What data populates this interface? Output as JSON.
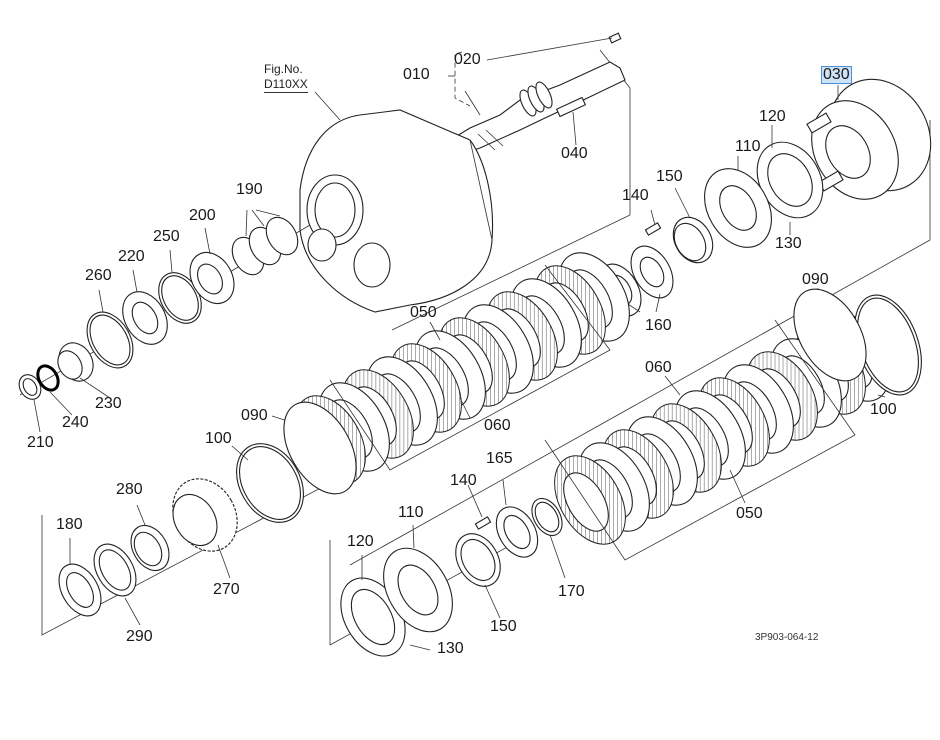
{
  "figure": {
    "fig_label_line1": "Fig.No.",
    "fig_label_line2": "D110XX",
    "drawing_code": "3P903-064-12",
    "highlight_color": "#cfe3f7"
  },
  "parts": [
    {
      "id": "p010",
      "label": "010"
    },
    {
      "id": "p020",
      "label": "020"
    },
    {
      "id": "p030",
      "label": "030",
      "highlighted": true
    },
    {
      "id": "p040",
      "label": "040"
    },
    {
      "id": "p050a",
      "label": "050"
    },
    {
      "id": "p050b",
      "label": "050"
    },
    {
      "id": "p060a",
      "label": "060"
    },
    {
      "id": "p060b",
      "label": "060"
    },
    {
      "id": "p090a",
      "label": "090"
    },
    {
      "id": "p090b",
      "label": "090"
    },
    {
      "id": "p100a",
      "label": "100"
    },
    {
      "id": "p100b",
      "label": "100"
    },
    {
      "id": "p110a",
      "label": "110"
    },
    {
      "id": "p110b",
      "label": "110"
    },
    {
      "id": "p120a",
      "label": "120"
    },
    {
      "id": "p120b",
      "label": "120"
    },
    {
      "id": "p130a",
      "label": "130"
    },
    {
      "id": "p130b",
      "label": "130"
    },
    {
      "id": "p140a",
      "label": "140"
    },
    {
      "id": "p140b",
      "label": "140"
    },
    {
      "id": "p150a",
      "label": "150"
    },
    {
      "id": "p150b",
      "label": "150"
    },
    {
      "id": "p160",
      "label": "160"
    },
    {
      "id": "p165",
      "label": "165"
    },
    {
      "id": "p170",
      "label": "170"
    },
    {
      "id": "p180",
      "label": "180"
    },
    {
      "id": "p190",
      "label": "190"
    },
    {
      "id": "p200",
      "label": "200"
    },
    {
      "id": "p210",
      "label": "210"
    },
    {
      "id": "p220",
      "label": "220"
    },
    {
      "id": "p230",
      "label": "230"
    },
    {
      "id": "p240",
      "label": "240"
    },
    {
      "id": "p250",
      "label": "250"
    },
    {
      "id": "p260",
      "label": "260"
    },
    {
      "id": "p270",
      "label": "270"
    },
    {
      "id": "p280",
      "label": "280"
    },
    {
      "id": "p290",
      "label": "290"
    }
  ]
}
